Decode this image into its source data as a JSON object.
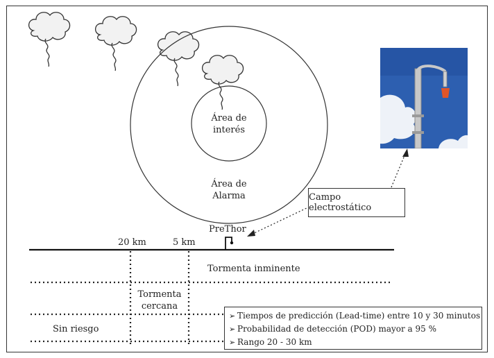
{
  "zones": {
    "area_interes": [
      "Área de",
      "interés"
    ],
    "area_alarma": [
      "Área de",
      "Alarma"
    ]
  },
  "sensor": {
    "label": "PreThor"
  },
  "callout": {
    "label": "Campo electrostático"
  },
  "distances": {
    "far": "20 km",
    "near": "5 km"
  },
  "risk_levels": {
    "imminent": "Tormenta inminente",
    "near": [
      "Tormenta",
      "cercana"
    ],
    "none": "Sin riesgo"
  },
  "info_bullets": [
    "Tiempos de predicción (Lead-time) entre 10 y 30 minutos",
    "Probabilidad de detección (POD) mayor a 95 %",
    "Rango 20 - 30 km"
  ],
  "bullet_glyph": "➢",
  "colors": {
    "sky": "#2d5fb0",
    "cloud": "#f2f2f2",
    "mast": "#c8c8c8",
    "sensor_tip": "#e0552a"
  }
}
